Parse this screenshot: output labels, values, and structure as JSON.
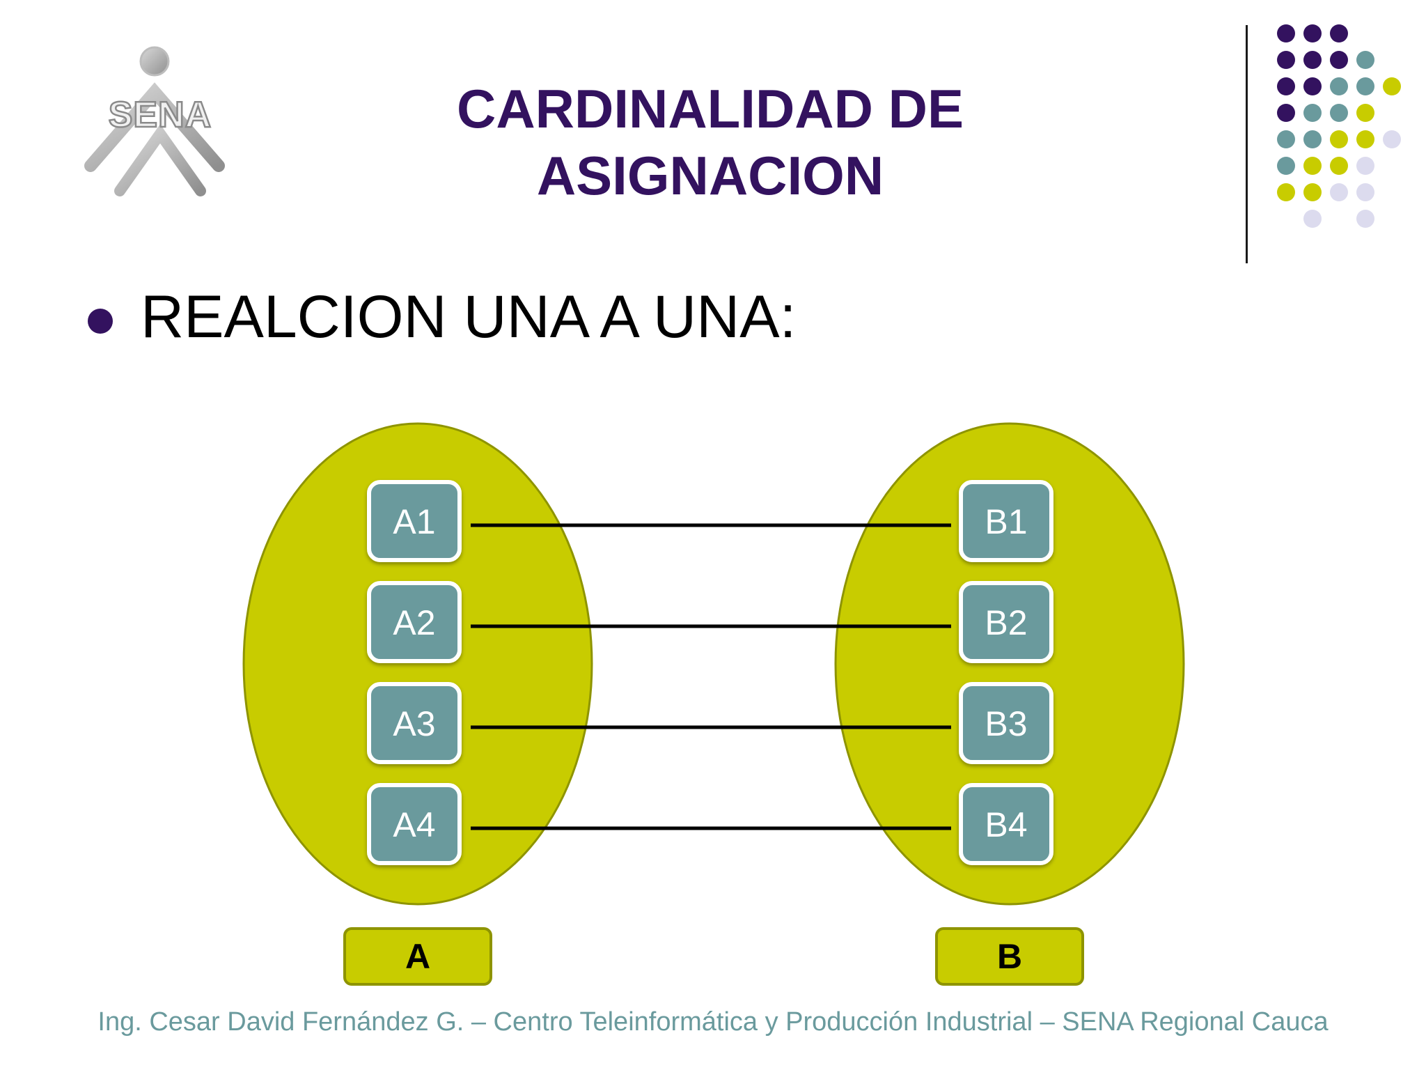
{
  "logo": {
    "text": "SENA"
  },
  "title": {
    "line1": "CARDINALIDAD DE",
    "line2": "ASIGNACION"
  },
  "bullet": {
    "text": "REALCION UNA A UNA:"
  },
  "diagram": {
    "set_a": {
      "label": "A",
      "items": [
        "A1",
        "A2",
        "A3",
        "A4"
      ]
    },
    "set_b": {
      "label": "B",
      "items": [
        "B1",
        "B2",
        "B3",
        "B4"
      ]
    },
    "links": [
      [
        0,
        0
      ],
      [
        1,
        1
      ],
      [
        2,
        2
      ],
      [
        3,
        3
      ]
    ]
  },
  "colors": {
    "title": "#33125f",
    "ellipse_fill": "#c8cc00",
    "ellipse_stroke": "#8e9400",
    "node_fill": "#6a9a9d",
    "node_text": "#ffffff",
    "footer": "#6a9a9d",
    "dot_purple": "#33125f",
    "dot_teal": "#6a9a9d",
    "dot_olive": "#c8cc00",
    "dot_lavender": "#dcdbee"
  },
  "footer": {
    "text": "Ing. Cesar David Fernández G. – Centro Teleinformática y Producción Industrial – SENA Regional Cauca"
  }
}
